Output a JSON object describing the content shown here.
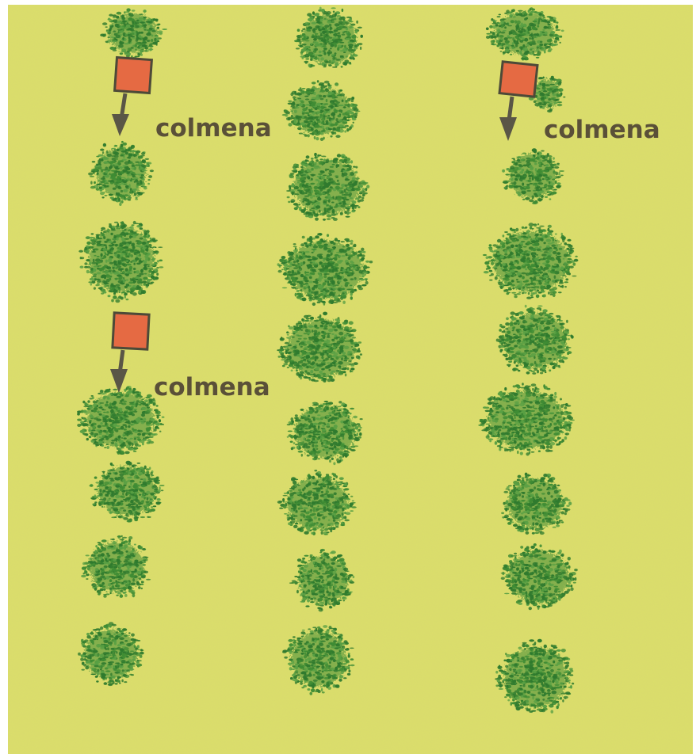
{
  "colors": {
    "field": "#dcdf6a",
    "field_light": "#e6e889",
    "bush_dark": "#2f7a2e",
    "bush_mid": "#3f8c34",
    "bush_light": "#5aa044",
    "hive_fill": "#e56a43",
    "hive_edge": "#4d4a38",
    "arrow": "#5a5646",
    "label_text": "#5a5038"
  },
  "icons": [
    "bush-icon",
    "beehive-icon",
    "arrow-down-icon"
  ],
  "labels": {
    "hive_1": "colmena",
    "hive_2": "colmena",
    "hive_3": "colmena"
  }
}
